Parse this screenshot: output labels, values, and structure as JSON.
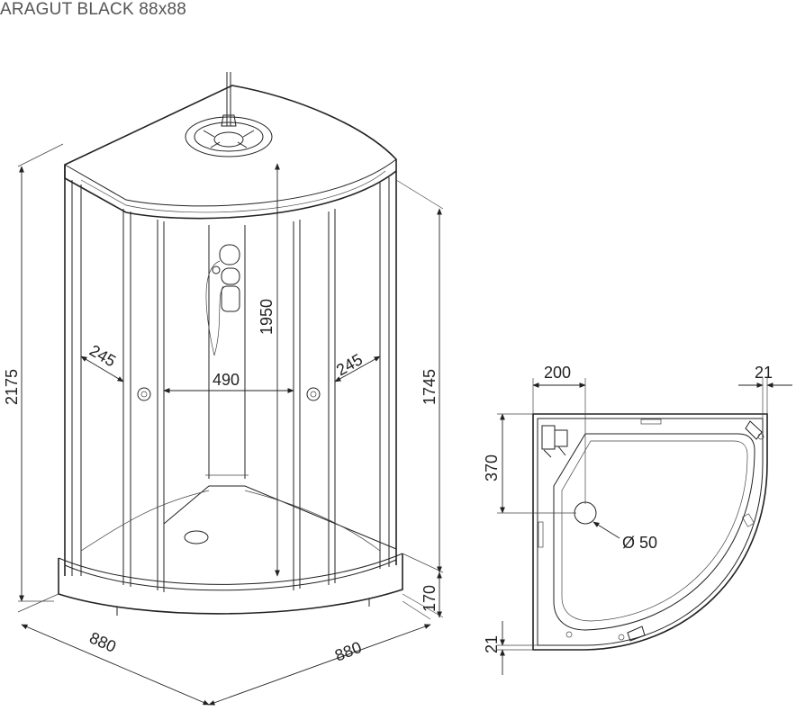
{
  "title": "ARAGUT BLACK 88x88",
  "colors": {
    "line": "#222222",
    "title_text": "#555555",
    "background": "#ffffff"
  },
  "front_view": {
    "dims": {
      "total_height": "2175",
      "inner_height": "1950",
      "door_height": "1745",
      "tray_height": "170",
      "side_left": "245",
      "side_right": "245",
      "door_opening": "490",
      "width_left": "880",
      "width_right": "880"
    }
  },
  "plan_view": {
    "dims": {
      "drain_offset_x": "200",
      "wall_gap_right": "21",
      "drain_offset_y": "370",
      "drain_diameter": "Ø 50",
      "wall_gap_bottom": "21"
    }
  }
}
